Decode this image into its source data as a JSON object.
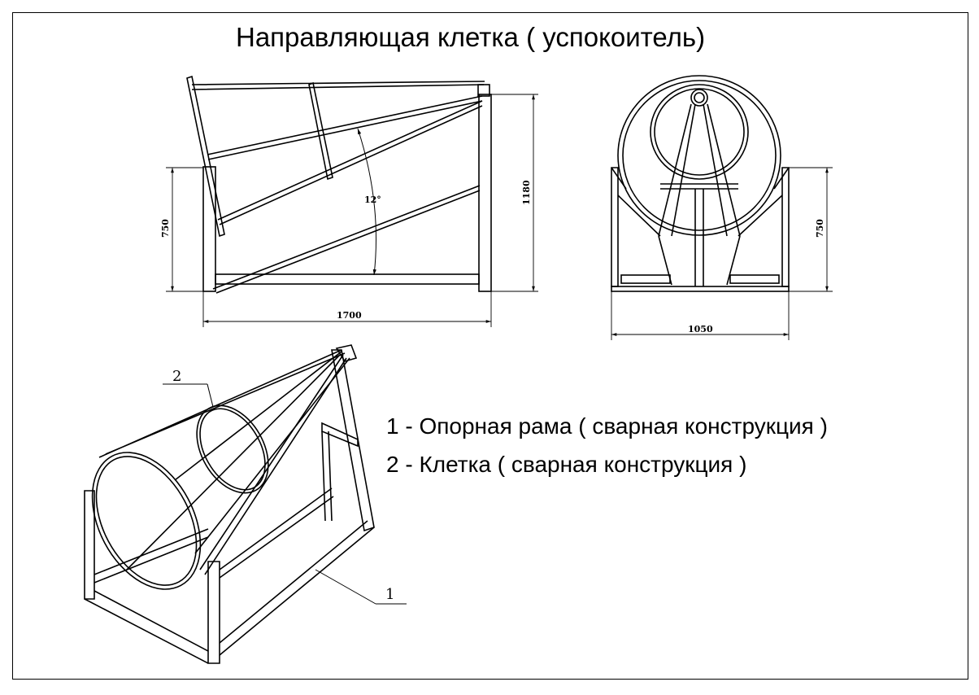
{
  "title": "Направляющая клетка  ( успокоитель)",
  "legend": [
    "1 - Опорная рама  ( сварная конструкция )",
    "2 - Клетка  ( сварная конструкция )"
  ],
  "side_view": {
    "dim_height_left": "750",
    "dim_height_total": "1180",
    "dim_width": "1700",
    "angle": "12°"
  },
  "front_view": {
    "dim_height": "750",
    "dim_width": "1050"
  },
  "iso_view": {
    "callout_cage": "2",
    "callout_frame": "1"
  }
}
